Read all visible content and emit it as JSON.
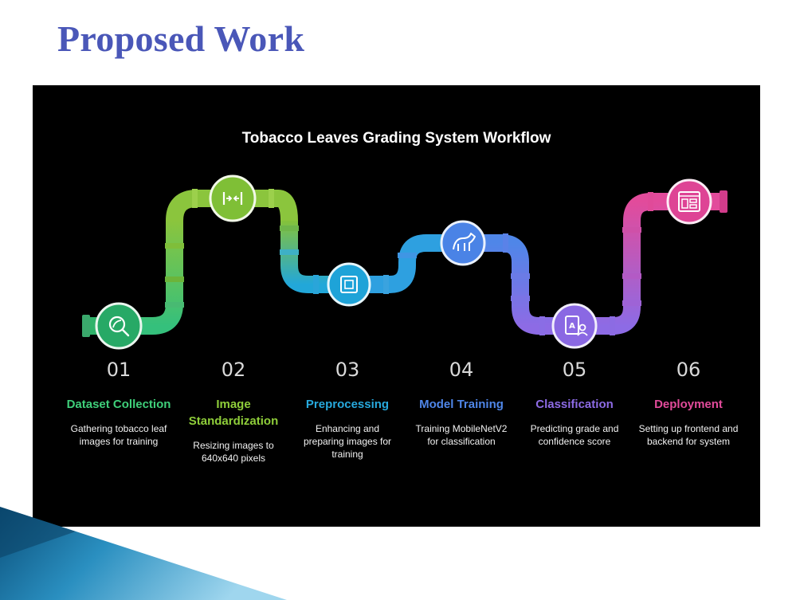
{
  "slide": {
    "title": "Proposed Work"
  },
  "diagram": {
    "title": "Tobacco Leaves Grading System Workflow",
    "steps": [
      {
        "number": "01",
        "title": "Dataset Collection",
        "description": "Gathering tobacco leaf images for training",
        "color": "#3fcf7a",
        "icon": "leaf-search-icon"
      },
      {
        "number": "02",
        "title": "Image Standardization",
        "description": "Resizing images to 640x640 pixels",
        "color": "#8fce3a",
        "icon": "resize-icon"
      },
      {
        "number": "03",
        "title": "Preprocessing",
        "description": "Enhancing and preparing images for training",
        "color": "#27a9dd",
        "icon": "processor-chip-icon"
      },
      {
        "number": "04",
        "title": "Model Training",
        "description": "Training MobileNetV2 for classification",
        "color": "#4f86e8",
        "icon": "dog-training-icon"
      },
      {
        "number": "05",
        "title": "Classification",
        "description": "Predicting grade and confidence score",
        "color": "#8d6be5",
        "icon": "grade-user-icon"
      },
      {
        "number": "06",
        "title": "Deployment",
        "description": "Setting up frontend and backend for system",
        "color": "#e24b9b",
        "icon": "dashboard-window-icon"
      }
    ]
  }
}
